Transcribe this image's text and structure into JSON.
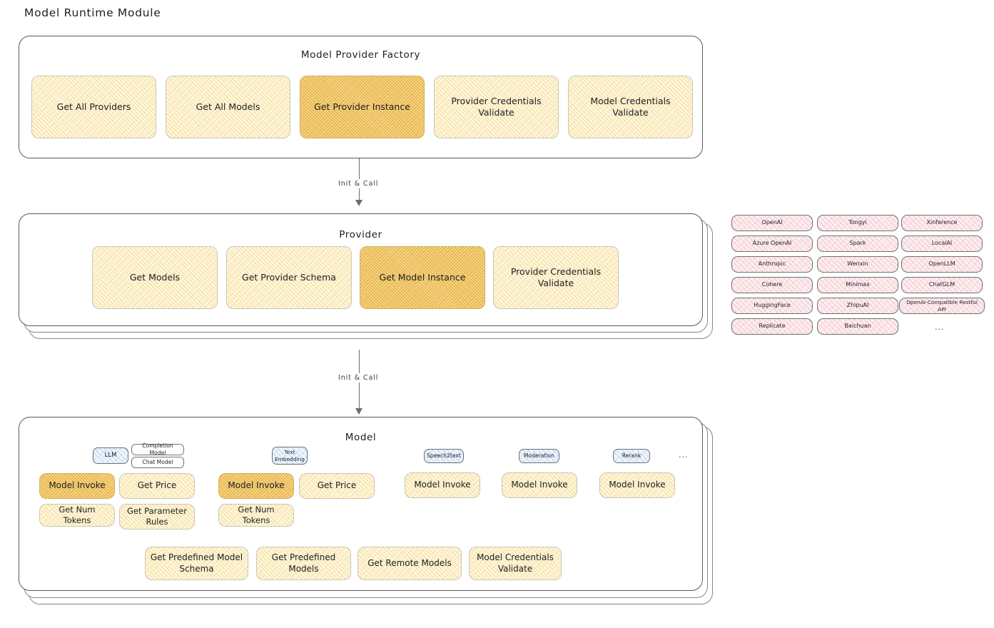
{
  "page": {
    "title": "Model Runtime Module"
  },
  "factory": {
    "title": "Model Provider Factory",
    "methods": [
      {
        "label": "Get All Providers",
        "highlight": false
      },
      {
        "label": "Get All Models",
        "highlight": false
      },
      {
        "label": "Get Provider Instance",
        "highlight": true
      },
      {
        "label": "Provider Credentials Validate",
        "highlight": false
      },
      {
        "label": "Model Credentials Validate",
        "highlight": false
      }
    ]
  },
  "arrows": [
    {
      "label": "Init & Call"
    },
    {
      "label": "Init & Call"
    }
  ],
  "provider": {
    "title": "Provider",
    "methods": [
      {
        "label": "Get Models",
        "highlight": false
      },
      {
        "label": "Get Provider Schema",
        "highlight": false
      },
      {
        "label": "Get Model Instance",
        "highlight": true
      },
      {
        "label": "Provider Credentials Validate",
        "highlight": false
      }
    ]
  },
  "provider_list": {
    "column1": [
      "OpenAI",
      "Azure OpenAI",
      "Anthropic",
      "Cohere",
      "HuggingFace",
      "Replicate"
    ],
    "column2": [
      "Tongyi",
      "Spark",
      "Wenxin",
      "Minimax",
      "ZhipuAI",
      "Baichuan"
    ],
    "column3": [
      "Xinference",
      "LocalAI",
      "OpenLLM",
      "ChatGLM",
      "OpenAI-Compatible Restful API"
    ],
    "more": "..."
  },
  "model": {
    "title": "Model",
    "more": "...",
    "types": [
      {
        "badge": "LLM",
        "sub": [
          "Completion Model",
          "Chat Model"
        ]
      },
      {
        "badge": "Text Embedding",
        "sub": []
      },
      {
        "badge": "Speech2text",
        "sub": []
      },
      {
        "badge": "Moderation",
        "sub": []
      },
      {
        "badge": "Rerank",
        "sub": []
      }
    ],
    "llm_methods": [
      {
        "label": "Model Invoke",
        "highlight": true
      },
      {
        "label": "Get Price",
        "highlight": false
      },
      {
        "label": "Get Num Tokens",
        "highlight": false
      },
      {
        "label": "Get Parameter Rules",
        "highlight": false
      }
    ],
    "embedding_methods": [
      {
        "label": "Model Invoke",
        "highlight": true
      },
      {
        "label": "Get Price",
        "highlight": false
      },
      {
        "label": "Get Num Tokens",
        "highlight": false
      }
    ],
    "speech2text_methods": [
      {
        "label": "Model Invoke",
        "highlight": false
      }
    ],
    "moderation_methods": [
      {
        "label": "Model Invoke",
        "highlight": false
      }
    ],
    "rerank_methods": [
      {
        "label": "Model Invoke",
        "highlight": false
      }
    ],
    "common_methods": [
      {
        "label": "Get Predefined Model Schema"
      },
      {
        "label": "Get Predefined Models"
      },
      {
        "label": "Get Remote Models"
      },
      {
        "label": "Model Credentials Validate"
      }
    ]
  },
  "colors": {
    "highlight_fill": "#f9dd9c",
    "light_fill": "#fdf7e3",
    "provider_fill": "#fdeef0",
    "badge_fill": "#eff5fc",
    "stroke": "#56585c"
  }
}
